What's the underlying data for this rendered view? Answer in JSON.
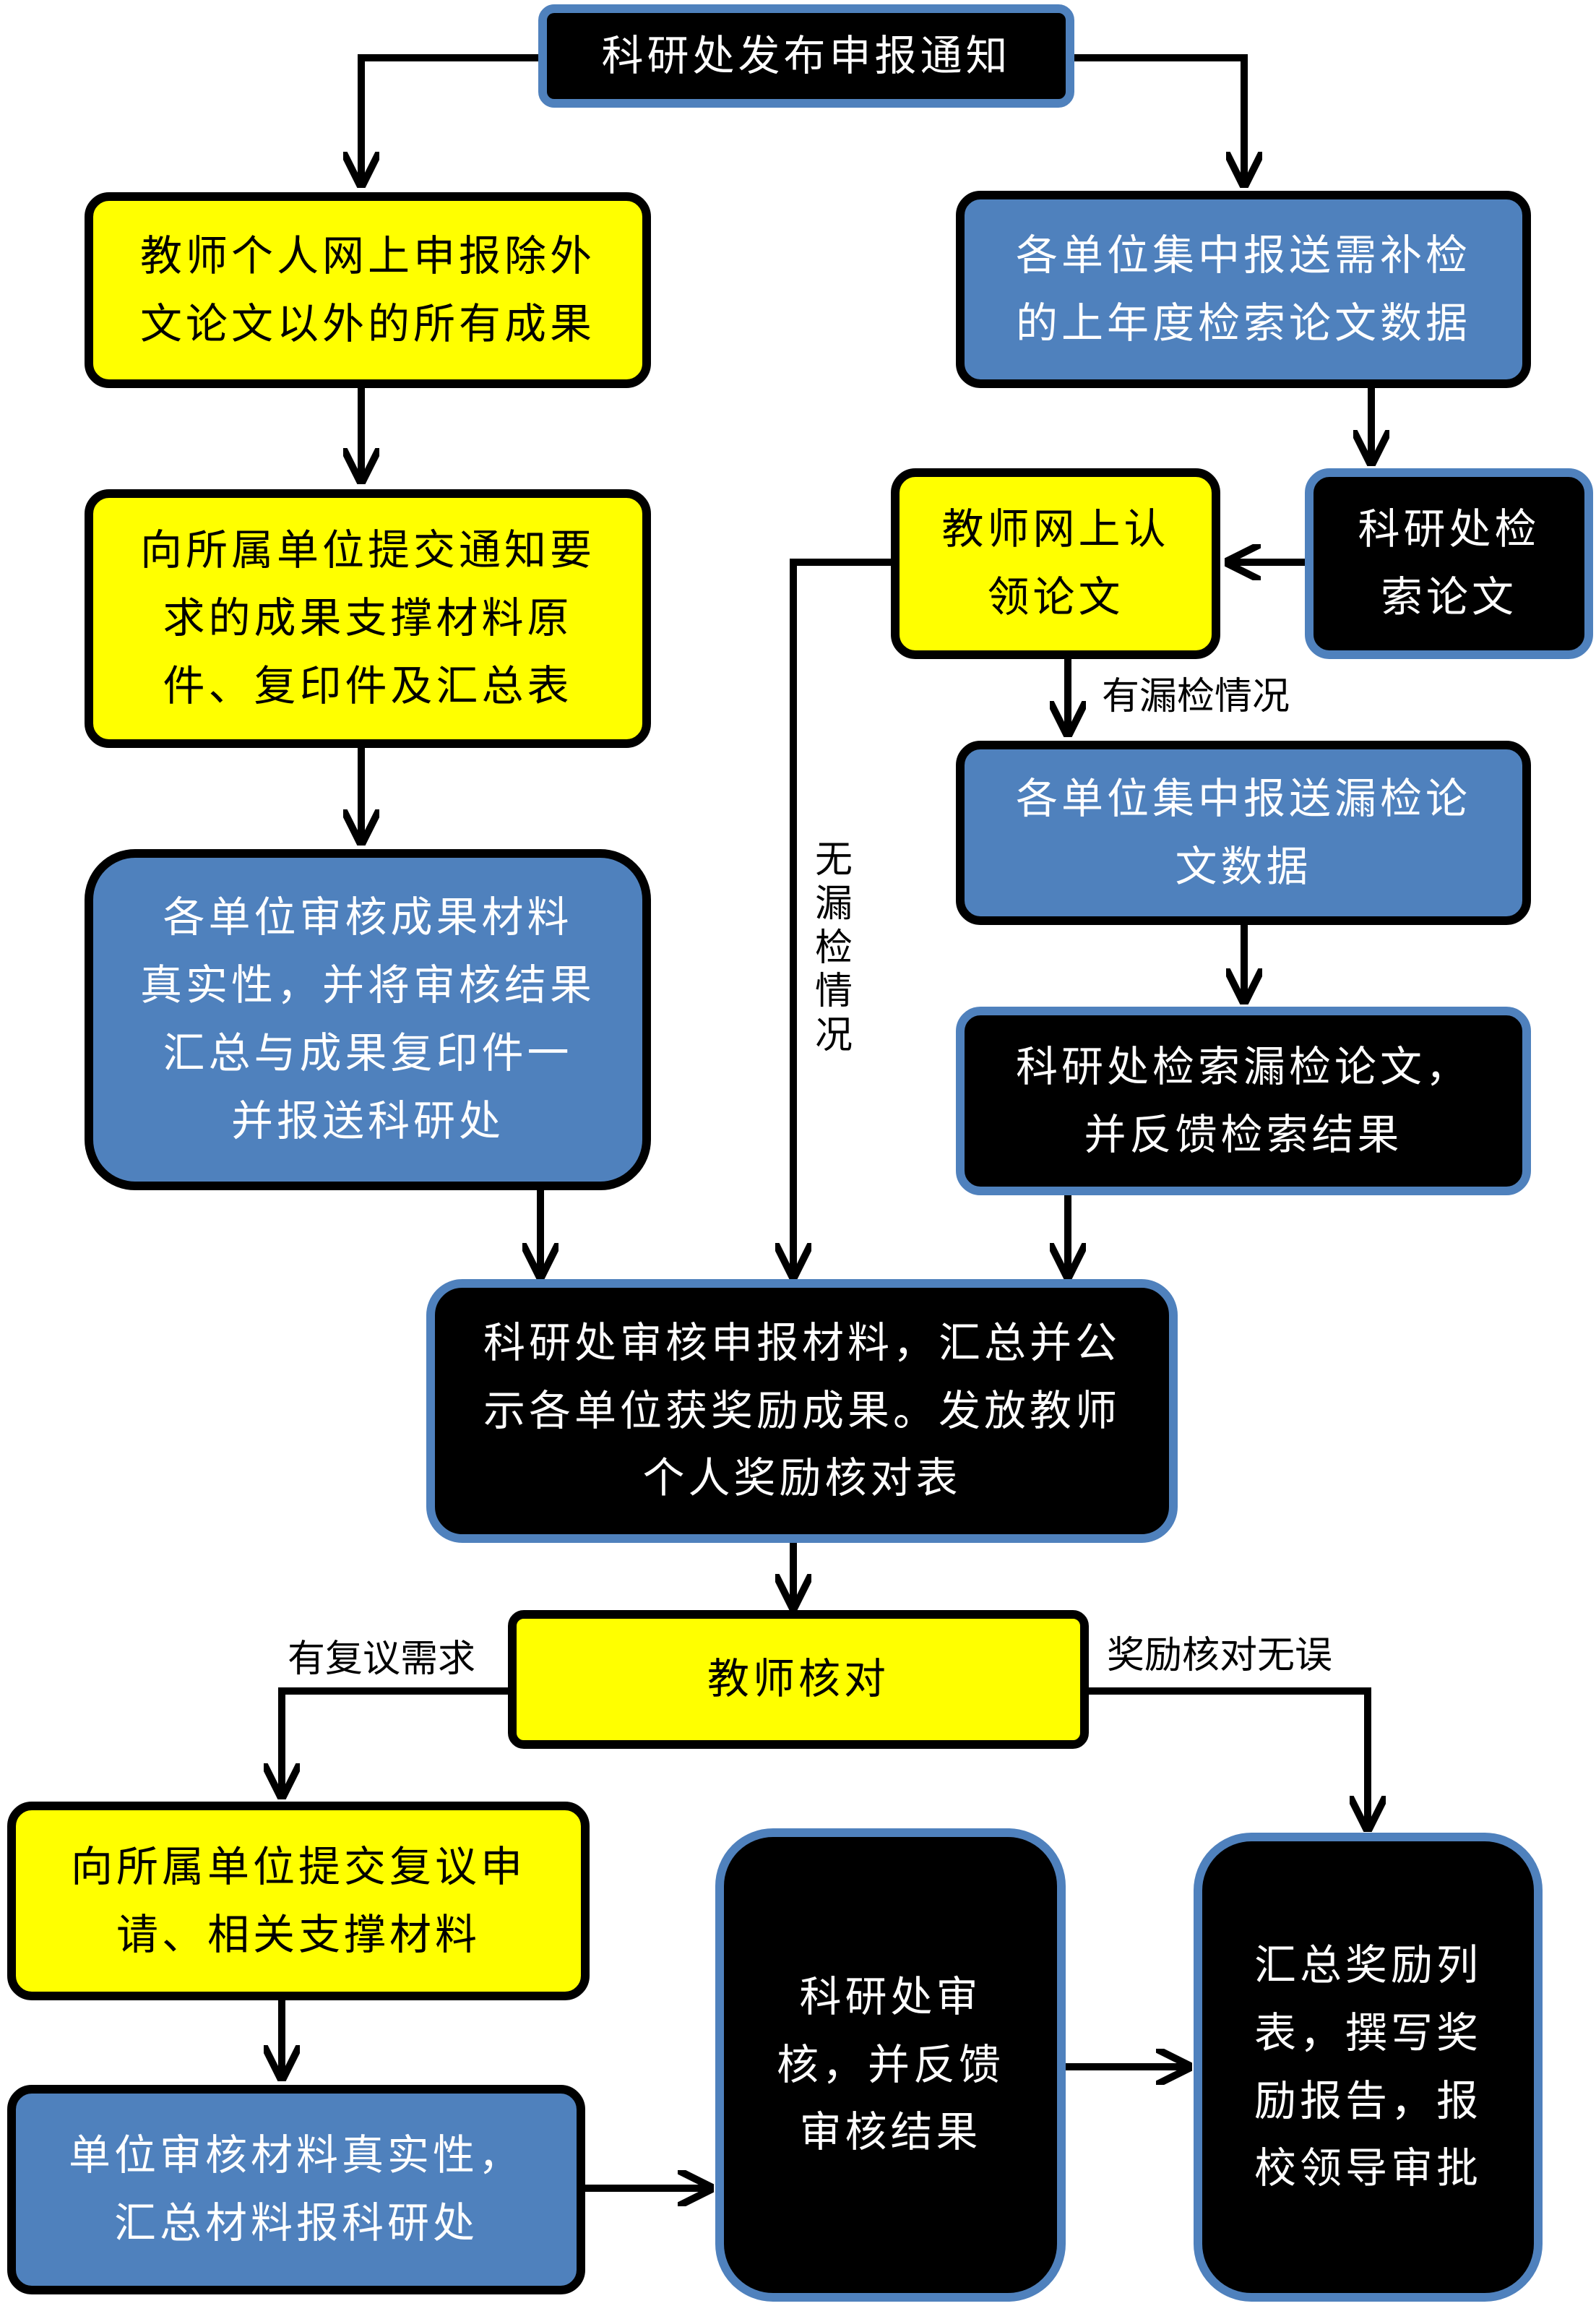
{
  "colors": {
    "yellow": "#ffff00",
    "blue": "#4f81bd",
    "black": "#000000"
  },
  "nodes": {
    "publish": "科研处发布申报通知",
    "teacher_declare": "教师个人网上申报除外\n文论文以外的所有成果",
    "unit_send_data": "各单位集中报送需补检\n的上年度检索论文数据",
    "submit_materials": "向所属单位提交通知要\n求的成果支撑材料原\n件、复印件及汇总表",
    "office_search": "科研处检\n索论文",
    "teacher_claim": "教师网上认\n领论文",
    "unit_missing": "各单位集中报送漏检论\n文数据",
    "unit_review": "各单位审核成果材料\n真实性，并将审核结果\n汇总与成果复印件一\n并报送科研处",
    "office_missing": "科研处检索漏检论文，\n并反馈检索结果",
    "office_review": "科研处审核申报材料，汇总并公\n示各单位获奖励成果。发放教师\n个人奖励核对表",
    "teacher_check": "教师核对",
    "reconsider_submit": "向所属单位提交复议申\n请、相关支撑材料",
    "unit_reconsider": "单位审核材料真实性，\n汇总材料报科研处",
    "office_feedback": "科研处审\n核，并反馈\n审核结果",
    "summary": "汇总奖励列\n表，撰写奖\n励报告，报\n校领导审批"
  },
  "labels": {
    "has_missing": "有漏检情况",
    "no_missing": "无\n漏\n检\n情\n况",
    "need_reconsider": "有复议需求",
    "no_error": "奖励核对无误"
  }
}
